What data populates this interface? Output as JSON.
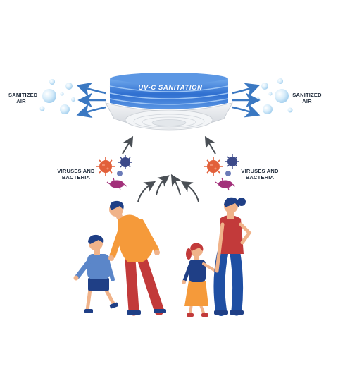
{
  "device": {
    "title": "UV-C SANITATION",
    "band_color": "#3b7fd9",
    "body_color": "#e9ecef"
  },
  "labels": {
    "left_air": "SANITIZED AIR",
    "right_air": "SANITIZED AIR",
    "left_germs": "VIRUSES AND BACTERIA",
    "right_germs": "VIRUSES AND BACTERIA"
  },
  "colors": {
    "arrow_blue": "#3a78c2",
    "arrow_gray": "#4a4f55",
    "bubble": "#bfe0f5",
    "virus_red": "#e2603a",
    "virus_navy": "#3c4a8a",
    "bacteria_purple": "#a2307a"
  },
  "icons": [
    "air-bubble-icon",
    "airflow-arrow-icon",
    "virus-icon",
    "bacteria-icon",
    "uv-device-icon",
    "person-figure"
  ]
}
